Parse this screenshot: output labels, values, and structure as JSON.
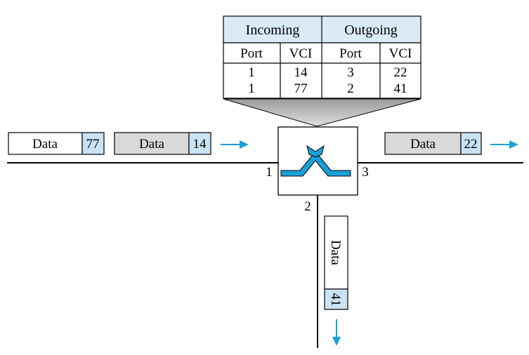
{
  "table": {
    "incoming_header": "Incoming",
    "outgoing_header": "Outgoing",
    "col_in_port": "Port",
    "col_in_vci": "VCI",
    "col_out_port": "Port",
    "col_out_vci": "VCI",
    "rows": [
      {
        "in_port": "1",
        "in_vci": "14",
        "out_port": "3",
        "out_vci": "22"
      },
      {
        "in_port": "1",
        "in_vci": "77",
        "out_port": "2",
        "out_vci": "41"
      }
    ]
  },
  "ports": {
    "p1": "1",
    "p2": "2",
    "p3": "3"
  },
  "frames": {
    "left_far": {
      "data": "Data",
      "vci": "77"
    },
    "left_near": {
      "data": "Data",
      "vci": "14"
    },
    "right": {
      "data": "Data",
      "vci": "22"
    },
    "down": {
      "data": "Data",
      "vci": "41"
    }
  },
  "colors": {
    "header_fill": "#dbeaf7",
    "vci_fill": "#c9e3f5",
    "frame_gray": "#d9d9d9",
    "accent": "#1aa0d8"
  }
}
